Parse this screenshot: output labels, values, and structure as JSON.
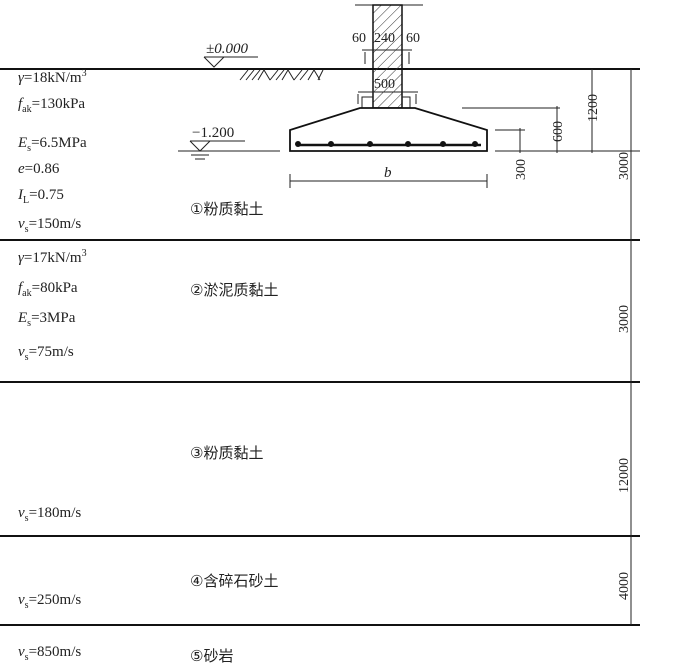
{
  "elevations": {
    "ground": "±0.000",
    "water_table": "−1.200"
  },
  "wall_dims": {
    "left_offset": "60",
    "wall_thickness": "240",
    "right_offset": "60",
    "step_width": "500"
  },
  "footing_dims": {
    "width_symbol": "b",
    "base_thickness": "300",
    "total_height": "600",
    "depth": "1200"
  },
  "layers": [
    {
      "label": "①粉质黏土",
      "thickness": "3000",
      "params": [
        {
          "sym": "γ",
          "sub": "",
          "val": "=18kN/m",
          "sup": "3"
        },
        {
          "sym": "f",
          "sub": "ak",
          "val": "=130kPa",
          "sup": ""
        },
        {
          "sym": "E",
          "sub": "s",
          "val": "=6.5MPa",
          "sup": ""
        },
        {
          "sym": "e",
          "sub": "",
          "val": "=0.86",
          "sup": ""
        },
        {
          "sym": "I",
          "sub": "L",
          "val": "=0.75",
          "sup": ""
        },
        {
          "sym": "v",
          "sub": "s",
          "val": "=150m/s",
          "sup": ""
        }
      ]
    },
    {
      "label": "②淤泥质黏土",
      "thickness": "3000",
      "params": [
        {
          "sym": "γ",
          "sub": "",
          "val": "=17kN/m",
          "sup": "3"
        },
        {
          "sym": "f",
          "sub": "ak",
          "val": "=80kPa",
          "sup": ""
        },
        {
          "sym": "E",
          "sub": "s",
          "val": "=3MPa",
          "sup": ""
        },
        {
          "sym": "v",
          "sub": "s",
          "val": "=75m/s",
          "sup": ""
        }
      ]
    },
    {
      "label": "③粉质黏土",
      "thickness": "12000",
      "params": [
        {
          "sym": "v",
          "sub": "s",
          "val": "=180m/s",
          "sup": ""
        }
      ]
    },
    {
      "label": "④含碎石砂土",
      "thickness": "4000",
      "params": [
        {
          "sym": "v",
          "sub": "s",
          "val": "=250m/s",
          "sup": ""
        }
      ]
    },
    {
      "label": "⑤砂岩",
      "thickness": "",
      "params": [
        {
          "sym": "v",
          "sub": "s",
          "val": "=850m/s",
          "sup": ""
        }
      ]
    }
  ]
}
